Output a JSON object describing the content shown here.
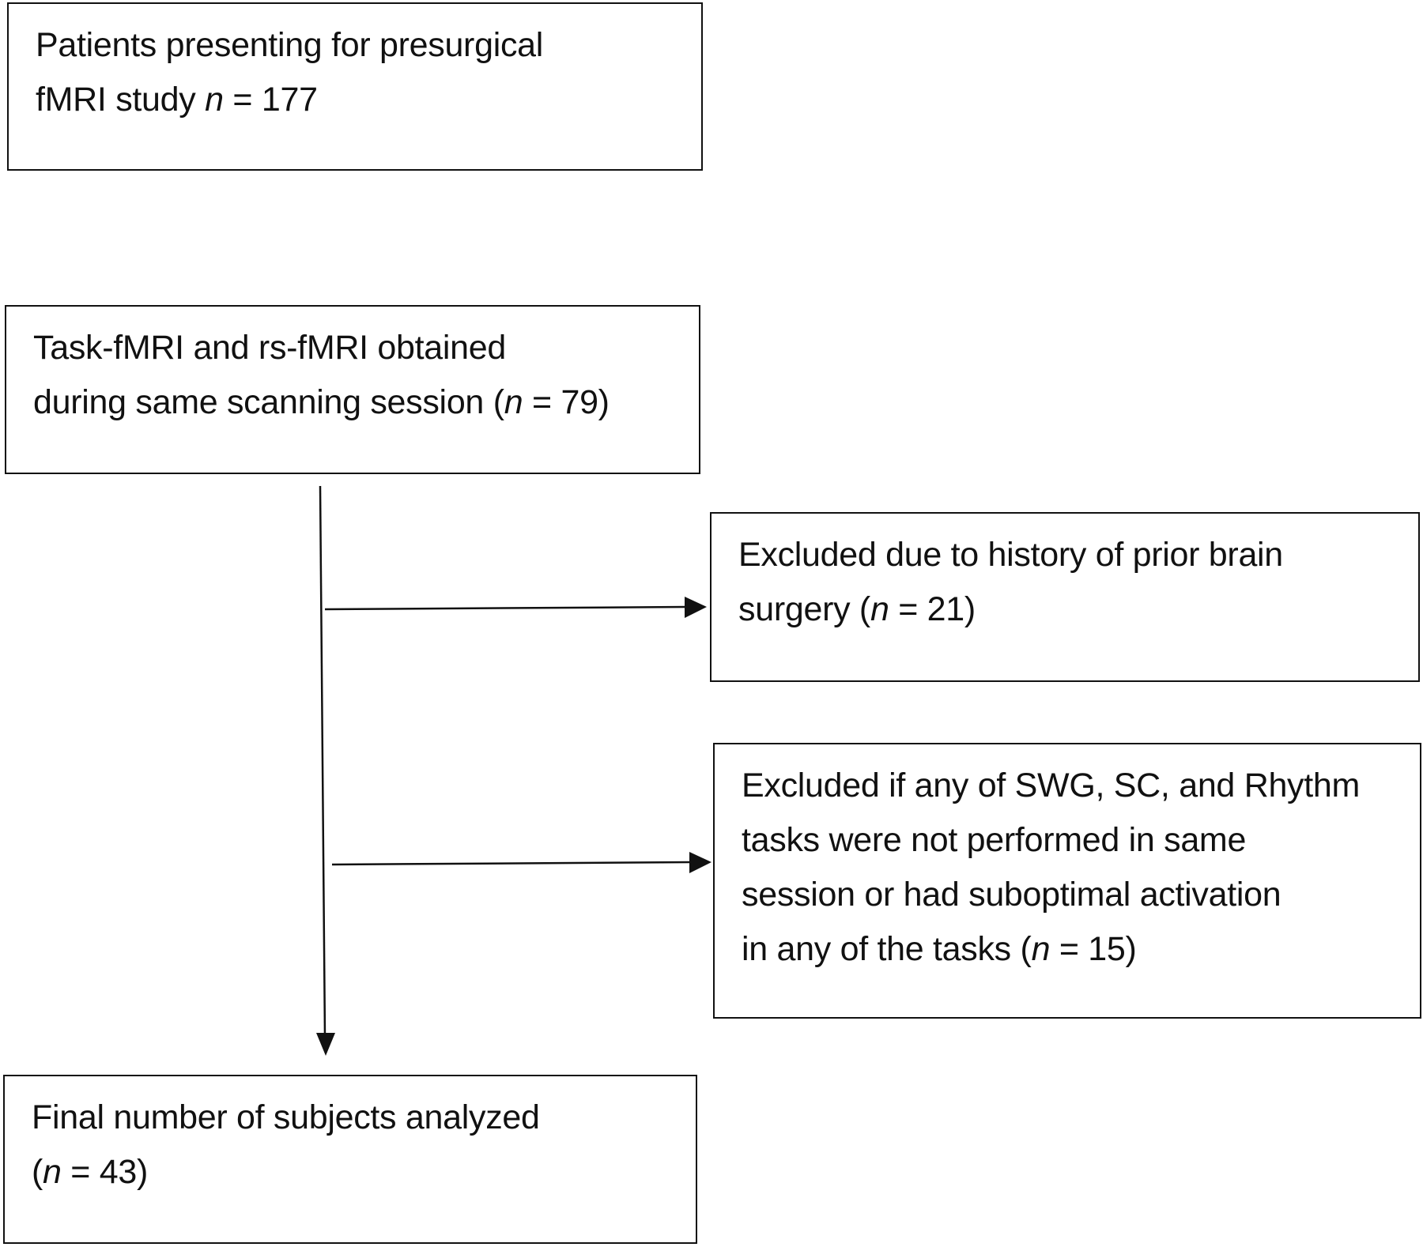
{
  "boxes": {
    "patients": {
      "line1": "Patients presenting for presurgical",
      "line2_pre": "fMRI study ",
      "n_symbol": "n",
      "line2_post": " = 177"
    },
    "obtained": {
      "line1": "Task-fMRI and rs-fMRI obtained",
      "line2_pre": "during same scanning session (",
      "n_symbol": "n",
      "line2_post": " = 79)"
    },
    "excluded_surgery": {
      "line1": "Excluded due to history of prior brain",
      "line2_pre": "surgery (",
      "n_symbol": "n",
      "line2_post": " = 21)"
    },
    "excluded_tasks": {
      "line1": "Excluded if any of SWG, SC, and Rhythm",
      "line2": "tasks were not performed in same",
      "line3": "session or had suboptimal activation",
      "line4_pre": "in any of the tasks (",
      "n_symbol": "n",
      "line4_post": " = 15)"
    },
    "final": {
      "line1": "Final number of subjects analyzed",
      "line2_pre": "(",
      "n_symbol": "n",
      "line2_post": " = 43)"
    }
  },
  "connectors": {
    "stroke_color": "#111111"
  }
}
